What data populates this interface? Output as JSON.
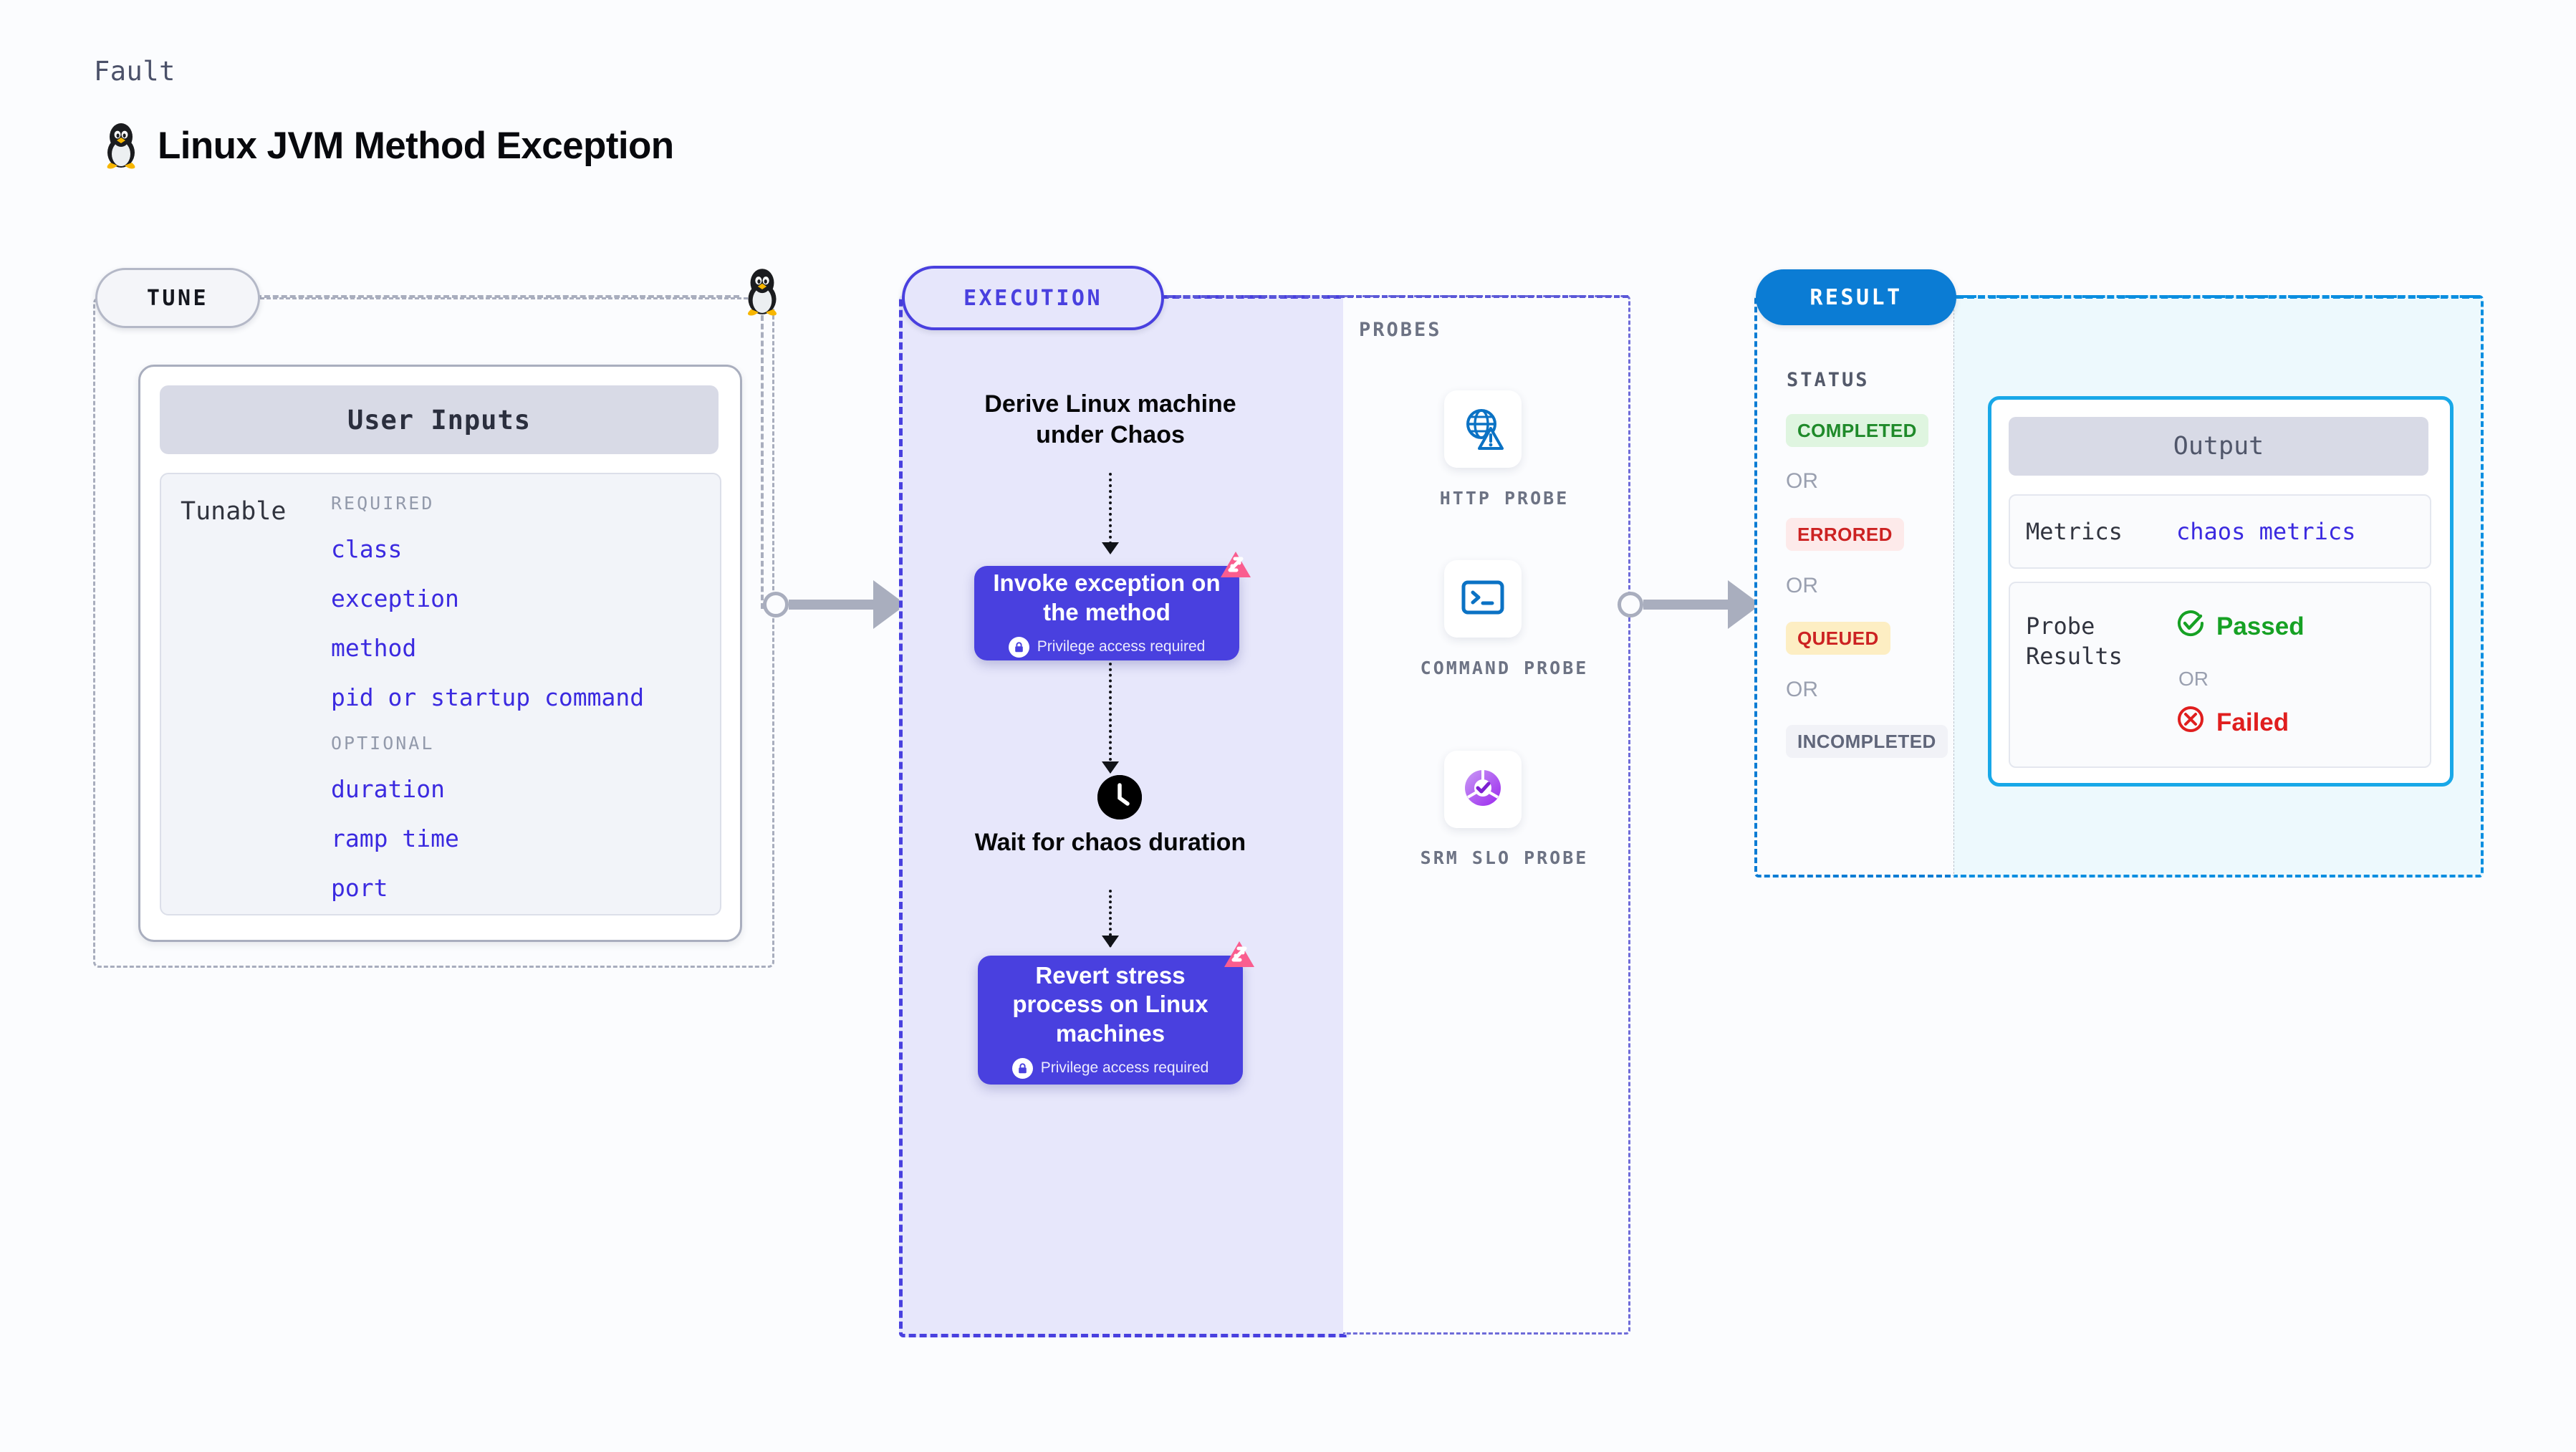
{
  "header": {
    "eyebrow": "Fault",
    "title": "Linux JVM Method Exception",
    "icon": "linux-penguin-icon"
  },
  "tune": {
    "chip_label": "TUNE",
    "card_title": "User Inputs",
    "tunable_label": "Tunable",
    "groups": [
      {
        "title": "REQUIRED",
        "items": [
          "class",
          "exception",
          "method",
          "pid or startup command"
        ]
      },
      {
        "title": "OPTIONAL",
        "items": [
          "duration",
          "ramp time",
          "port"
        ]
      }
    ]
  },
  "execution": {
    "chip_label": "EXECUTION",
    "steps": [
      {
        "type": "text",
        "label": "Derive Linux machine under Chaos"
      },
      {
        "type": "card",
        "label": "Invoke exception on the method",
        "privilege_note": "Privilege access required",
        "icons": [
          "lock-icon",
          "harness-logo-icon"
        ]
      },
      {
        "type": "text",
        "label": "Wait for chaos duration",
        "icon": "clock-icon"
      },
      {
        "type": "card",
        "label": "Revert stress process on Linux machines",
        "privilege_note": "Privilege access required",
        "icons": [
          "lock-icon",
          "harness-logo-icon"
        ]
      }
    ]
  },
  "probes": {
    "section_label": "PROBES",
    "items": [
      {
        "caption": "HTTP PROBE",
        "icon": "globe-warning-icon"
      },
      {
        "caption": "COMMAND PROBE",
        "icon": "terminal-icon"
      },
      {
        "caption": "SRM SLO PROBE",
        "icon": "srm-slo-donut-check-icon"
      }
    ]
  },
  "result": {
    "chip_label": "RESULT",
    "status_label": "STATUS",
    "or_label": "OR",
    "statuses": [
      {
        "label": "COMPLETED",
        "bg": "#dff5e0",
        "fg": "#1f8a2a"
      },
      {
        "label": "ERRORED",
        "bg": "#fdeaea",
        "fg": "#cc2222"
      },
      {
        "label": "QUEUED",
        "bg": "#fdeec3",
        "fg": "#cc2222"
      },
      {
        "label": "INCOMPLETED",
        "bg": "#f1f2f7",
        "fg": "#60667a"
      }
    ],
    "output": {
      "header": "Output",
      "metrics_label": "Metrics",
      "metrics_value": "chaos metrics",
      "probe_results_label": "Probe Results",
      "passed_label": "Passed",
      "failed_label": "Failed",
      "or_label": "OR",
      "passed_icon": "check-circle-icon",
      "failed_icon": "x-circle-icon"
    }
  },
  "colors": {
    "purple": "#4940df",
    "blue": "#0b7cd4",
    "cyan": "#18a8e8",
    "green": "#16a124",
    "red": "#e01e1e",
    "pink": "#fa5d8f",
    "gray": "#a9aebe"
  }
}
